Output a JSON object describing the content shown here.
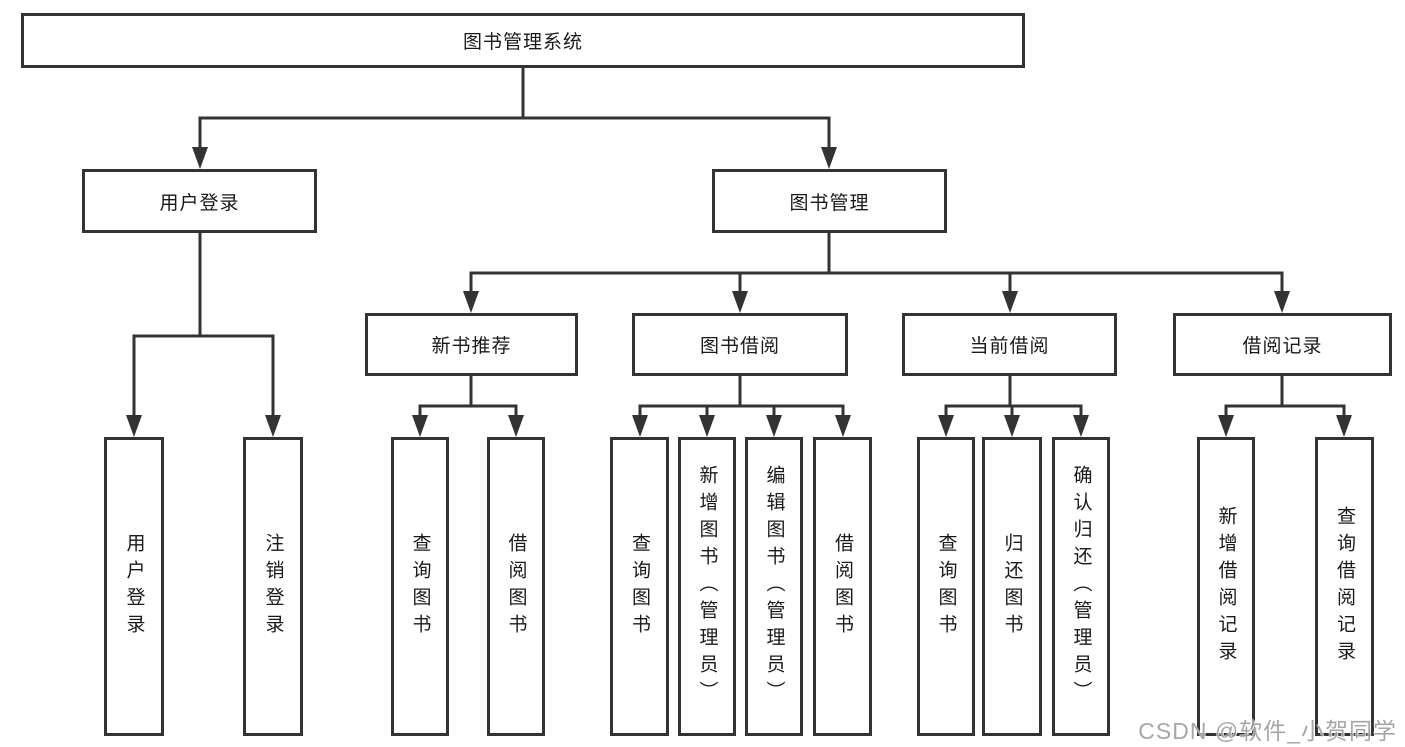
{
  "colors": {
    "line": "#333333",
    "box_border": "#333333",
    "box_background": "#ffffff",
    "text": "#1a1a1a",
    "watermark_text_color": "#969696",
    "canvas_background": "#ffffff"
  },
  "watermark": {
    "text": "CSDN @软件_小贺同学"
  },
  "diagram": {
    "root": {
      "label": "图书管理系统"
    },
    "level2": [
      {
        "label": "用户登录"
      },
      {
        "label": "图书管理"
      }
    ],
    "level3": [
      {
        "label": "新书推荐"
      },
      {
        "label": "图书借阅"
      },
      {
        "label": "当前借阅"
      },
      {
        "label": "借阅记录"
      }
    ],
    "leaves": {
      "user": [
        "用户登录",
        "注销登录"
      ],
      "recommend": [
        "查询图书",
        "借阅图书"
      ],
      "borrow": [
        "查询图书",
        "新增图书（管理员）",
        "编辑图书（管理员）",
        "借阅图书"
      ],
      "current": [
        "查询图书",
        "归还图书",
        "确认归还（管理员）"
      ],
      "records": [
        "新增借阅记录",
        "查询借阅记录"
      ]
    }
  }
}
